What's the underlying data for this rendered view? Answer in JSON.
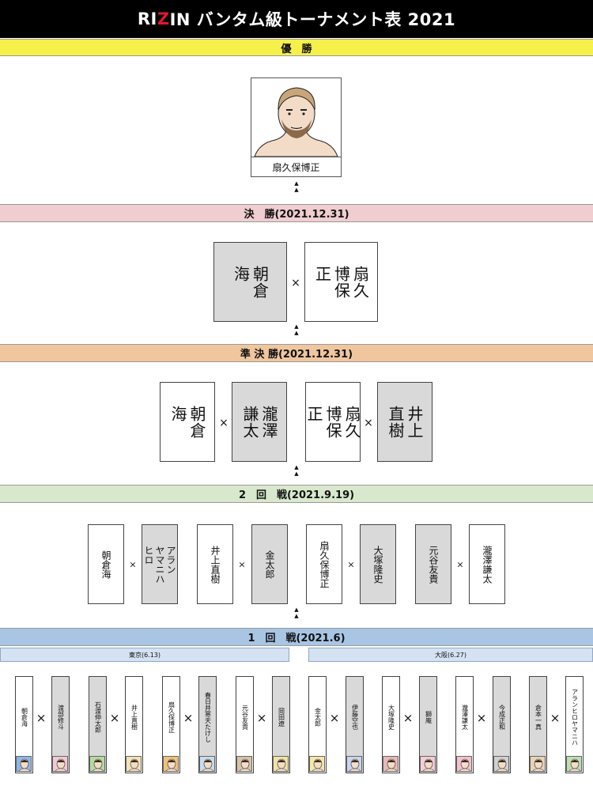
{
  "title": {
    "prefix": "RI",
    "accent": "Z",
    "suffix": "IN バンタム級トーナメント表 2021"
  },
  "bands": {
    "champion": "優　勝",
    "final": "決　勝(2021.12.31)",
    "semi": "準 決 勝(2021.12.31)",
    "round2": "2　回　戦(2021.9.19)",
    "round1": "1　回　戦(2021.6)",
    "tokyo": "東京(6.13)",
    "osaka": "大阪(6.27)"
  },
  "champion_name": "扇久保博正",
  "vs": "×",
  "arrow": "▲",
  "final_match": [
    "朝倉海",
    "扇久保博正"
  ],
  "final_display": [
    "朝倉\n海",
    "扇久\n博保\n正"
  ],
  "semi_display": [
    "朝倉\n海",
    "瀧澤\n謙太",
    "扇久\n博保\n正",
    "井上\n直樹"
  ],
  "round2": [
    "朝倉海",
    "アラン\nヤマニハ\nヒロ",
    "井上直樹",
    "金太郎",
    "扇久保博正",
    "大塚隆史",
    "元谷友貴",
    "瀧澤謙太"
  ],
  "round1": [
    "朝倉海",
    "渡部修斗",
    "石渡伸太郎",
    "井上直樹",
    "扇久保博正",
    "春日井寒天たけし",
    "元谷友貴",
    "岡田遼",
    "金太郎",
    "伊藤空也",
    "大塚隆史",
    "獅庵",
    "瀧澤謙太",
    "今成正和",
    "倉本一真",
    "アランヒロヤマニハ"
  ],
  "colors": {
    "champion_band": "#f6f04a",
    "final_band": "#f0cdd0",
    "semi_band": "#f0c69f",
    "round2_band": "#d8e8cd",
    "round1_band": "#a9c5e4",
    "accent": "#e0182d"
  }
}
